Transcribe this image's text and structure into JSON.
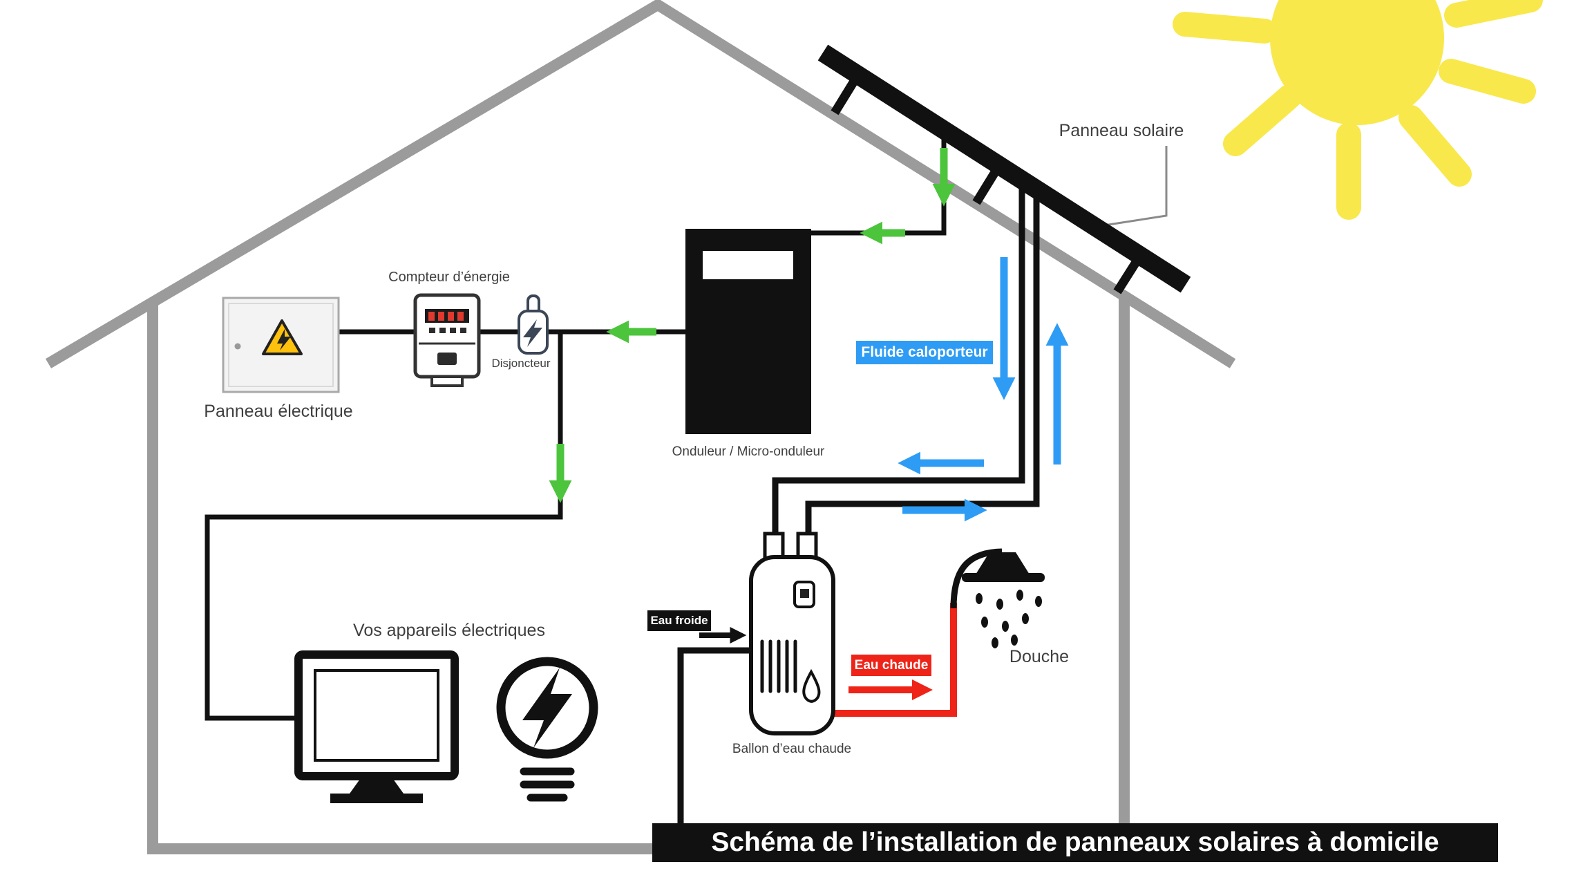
{
  "title_bar": {
    "text": "Schéma de l’installation de panneaux solaires à domicile"
  },
  "labels": {
    "panneau_solaire": "Panneau solaire",
    "compteur": "Compteur d’énergie",
    "disjoncteur": "Disjoncteur",
    "panneau_electrique": "Panneau électrique",
    "onduleur": "Onduleur / Micro-onduleur",
    "fluide_caloporteur": "Fluide caloporteur",
    "eau_froide": "Eau froide",
    "eau_chaude": "Eau chaude",
    "ballon": "Ballon d’eau chaude",
    "douche": "Douche",
    "appareils": "Vos appareils électriques"
  },
  "colors": {
    "electricity_green": "#4cc43c",
    "fluid_blue": "#2e9cf4",
    "hot_water_red": "#ee2418",
    "sun_yellow": "#f8e84b",
    "house_gray": "#9b9b9b",
    "wire_black": "#111111",
    "warning_yellow": "#fec10d"
  },
  "icons": {
    "sun-icon": "yellow disc with rays",
    "solar-panel-icon": "black diagonal bar on roof",
    "energy-meter-icon": "meter box with red digits",
    "breaker-icon": "switch with lightning bolt",
    "electrical-panel-icon": "gray box with warning triangle",
    "warning-triangle-icon": "⚠ with ⚡",
    "inverter-icon": "black box with white window",
    "water-heater-icon": "white cylinder with coil",
    "shower-icon": "shower head with drops",
    "monitor-icon": "computer screen",
    "lightbulb-icon": "bulb with lightning bolt"
  }
}
